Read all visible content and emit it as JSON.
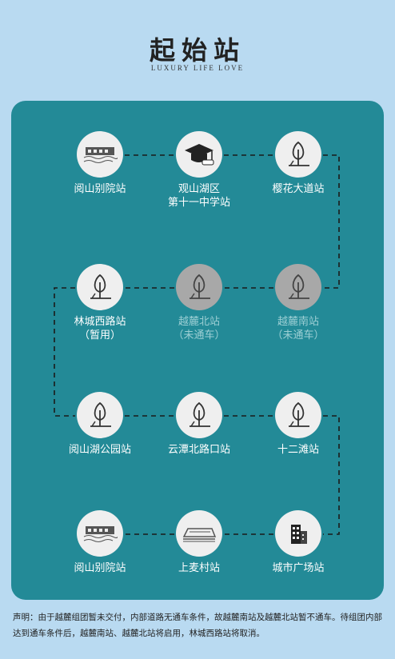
{
  "header": {
    "title": "起始站",
    "subtitle": "LUXURY LIFE LOVE"
  },
  "stations": [
    {
      "name": "阅山别院站",
      "sub": "",
      "icon": "building-icon",
      "dim": false
    },
    {
      "name": "观山湖区",
      "sub": "第十一中学站",
      "icon": "graduation-cap-icon",
      "dim": false
    },
    {
      "name": "樱花大道站",
      "sub": "",
      "icon": "tree-icon",
      "dim": false
    },
    {
      "name": "林城西路站",
      "sub": "（暂用）",
      "icon": "tree-icon",
      "dim": false
    },
    {
      "name": "越麓北站",
      "sub": "（未通车）",
      "icon": "tree-icon",
      "dim": true
    },
    {
      "name": "越麓南站",
      "sub": "（未通车）",
      "icon": "tree-icon",
      "dim": true
    },
    {
      "name": "阅山湖公园站",
      "sub": "",
      "icon": "tree-icon",
      "dim": false
    },
    {
      "name": "云潭北路口站",
      "sub": "",
      "icon": "tree-icon",
      "dim": false
    },
    {
      "name": "十二滩站",
      "sub": "",
      "icon": "tree-icon",
      "dim": false
    },
    {
      "name": "阅山别院站",
      "sub": "",
      "icon": "building-icon",
      "dim": false
    },
    {
      "name": "上麦村站",
      "sub": "",
      "icon": "train-icon",
      "dim": false
    },
    {
      "name": "城市广场站",
      "sub": "",
      "icon": "city-icon",
      "dim": false
    }
  ],
  "notice": "声明：由于越麓组团暂未交付，内部道路无通车条件，故越麓南站及越麓北站暂不通车。待组团内部达到通车条件后，越麓南站、越麓北站将启用，林城西路站将取消。"
}
